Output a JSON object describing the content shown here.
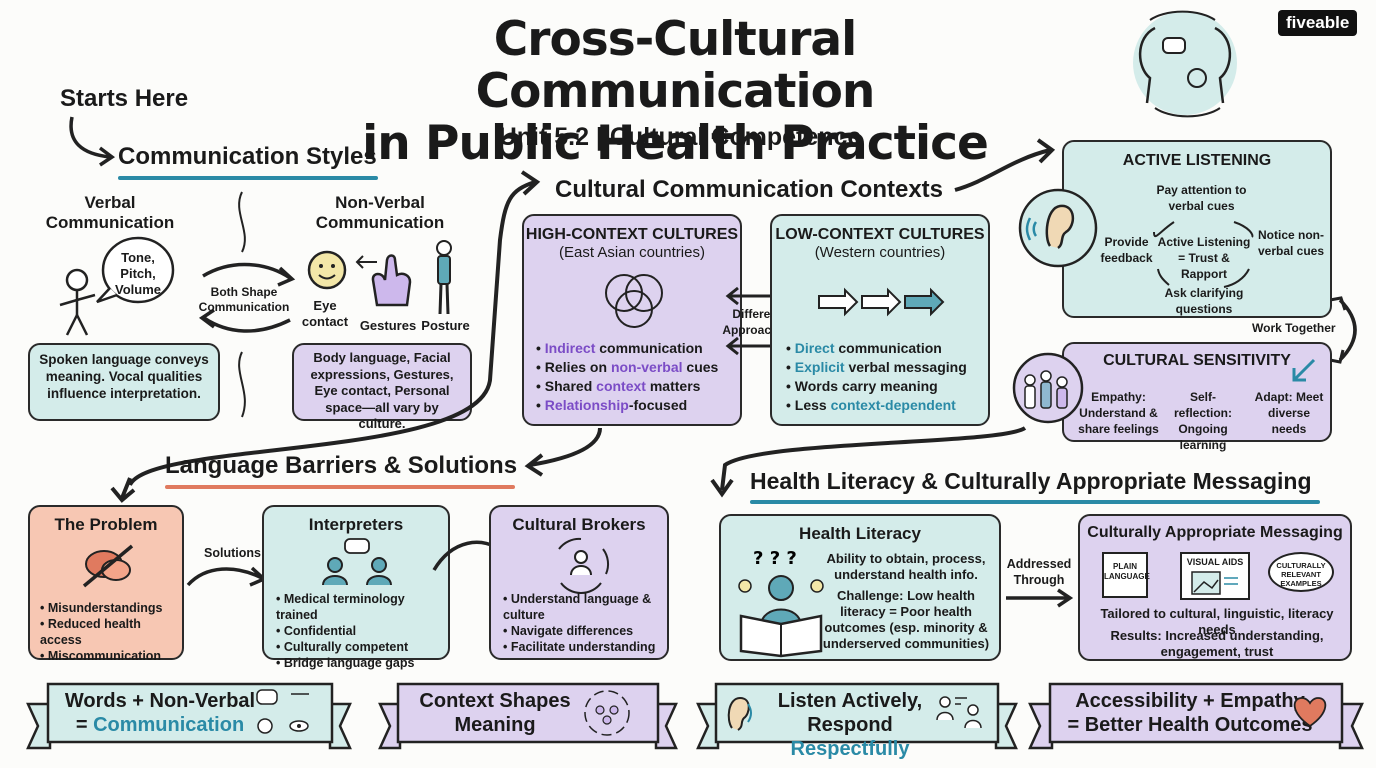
{
  "title_line1": "Cross-Cultural Communication",
  "title_line2": "in Public Health Practice",
  "subtitle": "Unit 5.2 | Cultural Competence",
  "logo": "fiveable",
  "starts_here": "Starts Here",
  "comm_styles": {
    "heading": "Communication Styles",
    "verbal_title": "Verbal Communication",
    "verbal_bubble": "Tone, Pitch, Volume",
    "both_shape": "Both Shape Communication",
    "nonverbal_title": "Non-Verbal Communication",
    "eye": "Eye contact",
    "gestures": "Gestures",
    "posture": "Posture",
    "verbal_desc": "Spoken language conveys meaning. Vocal qualities influence interpretation.",
    "nonverbal_desc": "Body language, Facial expressions, Gestures, Eye contact, Personal space—all vary by culture."
  },
  "contexts": {
    "heading": "Cultural Communication Contexts",
    "high_title": "HIGH-CONTEXT CULTURES",
    "high_sub": "(East Asian countries)",
    "high_items": [
      {
        "a": "Indirect",
        "b": " communication",
        "lead": true
      },
      {
        "a": "Relies on ",
        "b": "non-verbal",
        "c": " cues"
      },
      {
        "a": "Shared ",
        "b": "context",
        "c": " matters"
      },
      {
        "a": "Relationship",
        "b": "-focused",
        "lead": true
      }
    ],
    "different": "Different Approaches",
    "low_title": "LOW-CONTEXT CULTURES",
    "low_sub": "(Western countries)",
    "low_items": [
      {
        "a": "Direct",
        "b": " communication",
        "lead": true
      },
      {
        "a": "Explicit",
        "b": " verbal messaging",
        "lead": true
      },
      {
        "a": "Words carry meaning",
        "b": ""
      },
      {
        "a": "Less ",
        "b": "context-dependent",
        "c": ""
      }
    ]
  },
  "active_listening": {
    "title": "ACTIVE LISTENING",
    "top": "Pay attention to verbal cues",
    "right": "Notice non-verbal cues",
    "bottom": "Ask clarifying questions",
    "left": "Provide feedback",
    "center": "Active Listening = Trust & Rapport"
  },
  "work_together": "Work Together",
  "sensitivity": {
    "title": "CULTURAL SENSITIVITY",
    "empathy": "Empathy: Understand & share feelings",
    "reflection": "Self-reflection: Ongoing learning",
    "adapt": "Adapt: Meet diverse needs"
  },
  "language": {
    "heading": "Language Barriers & Solutions",
    "problem_title": "The Problem",
    "problem_items": [
      "Misunderstandings",
      "Reduced health access",
      "Miscommunication"
    ],
    "solutions": "Solutions",
    "interp_title": "Interpreters",
    "interp_items": [
      "Medical terminology trained",
      "Confidential",
      "Culturally competent",
      "Bridge language gaps"
    ],
    "brokers_title": "Cultural Brokers",
    "brokers_items": [
      "Understand language & culture",
      "Navigate differences",
      "Facilitate understanding"
    ]
  },
  "literacy": {
    "heading": "Health Literacy & Culturally Appropriate Messaging",
    "hl_title": "Health Literacy",
    "hl_def": "Ability to obtain, process, understand health info.",
    "hl_challenge": "Challenge: Low health literacy = Poor health outcomes (esp. minority & underserved communities)",
    "addressed": "Addressed Through",
    "cam_title": "Culturally Appropriate Messaging",
    "plain": "PLAIN LANGUAGE",
    "visual": "VISUAL AIDS",
    "examples": "CULTURALLY RELEVANT EXAMPLES",
    "tailored": "Tailored to cultural, linguistic, literacy needs",
    "results": "Results: Increased understanding, engagement, trust"
  },
  "banners": [
    {
      "l1": "Words + Non-Verbal",
      "l2a": "= ",
      "l2b": "Communication"
    },
    {
      "l1": "Context Shapes",
      "l2a": "Meaning",
      "l2b": ""
    },
    {
      "l1": "Listen Actively,",
      "l2a": "Respond ",
      "l2b": "Respectfully"
    },
    {
      "l1": "Accessibility + Empathy",
      "l2a": "= Better Health Outcomes",
      "l2b": ""
    }
  ],
  "colors": {
    "teal": "#d4ecea",
    "purple": "#ddd2ef",
    "salmon": "#f7c7b3",
    "accent_purple": "#7b4cc6",
    "accent_teal": "#2a8aa6"
  }
}
